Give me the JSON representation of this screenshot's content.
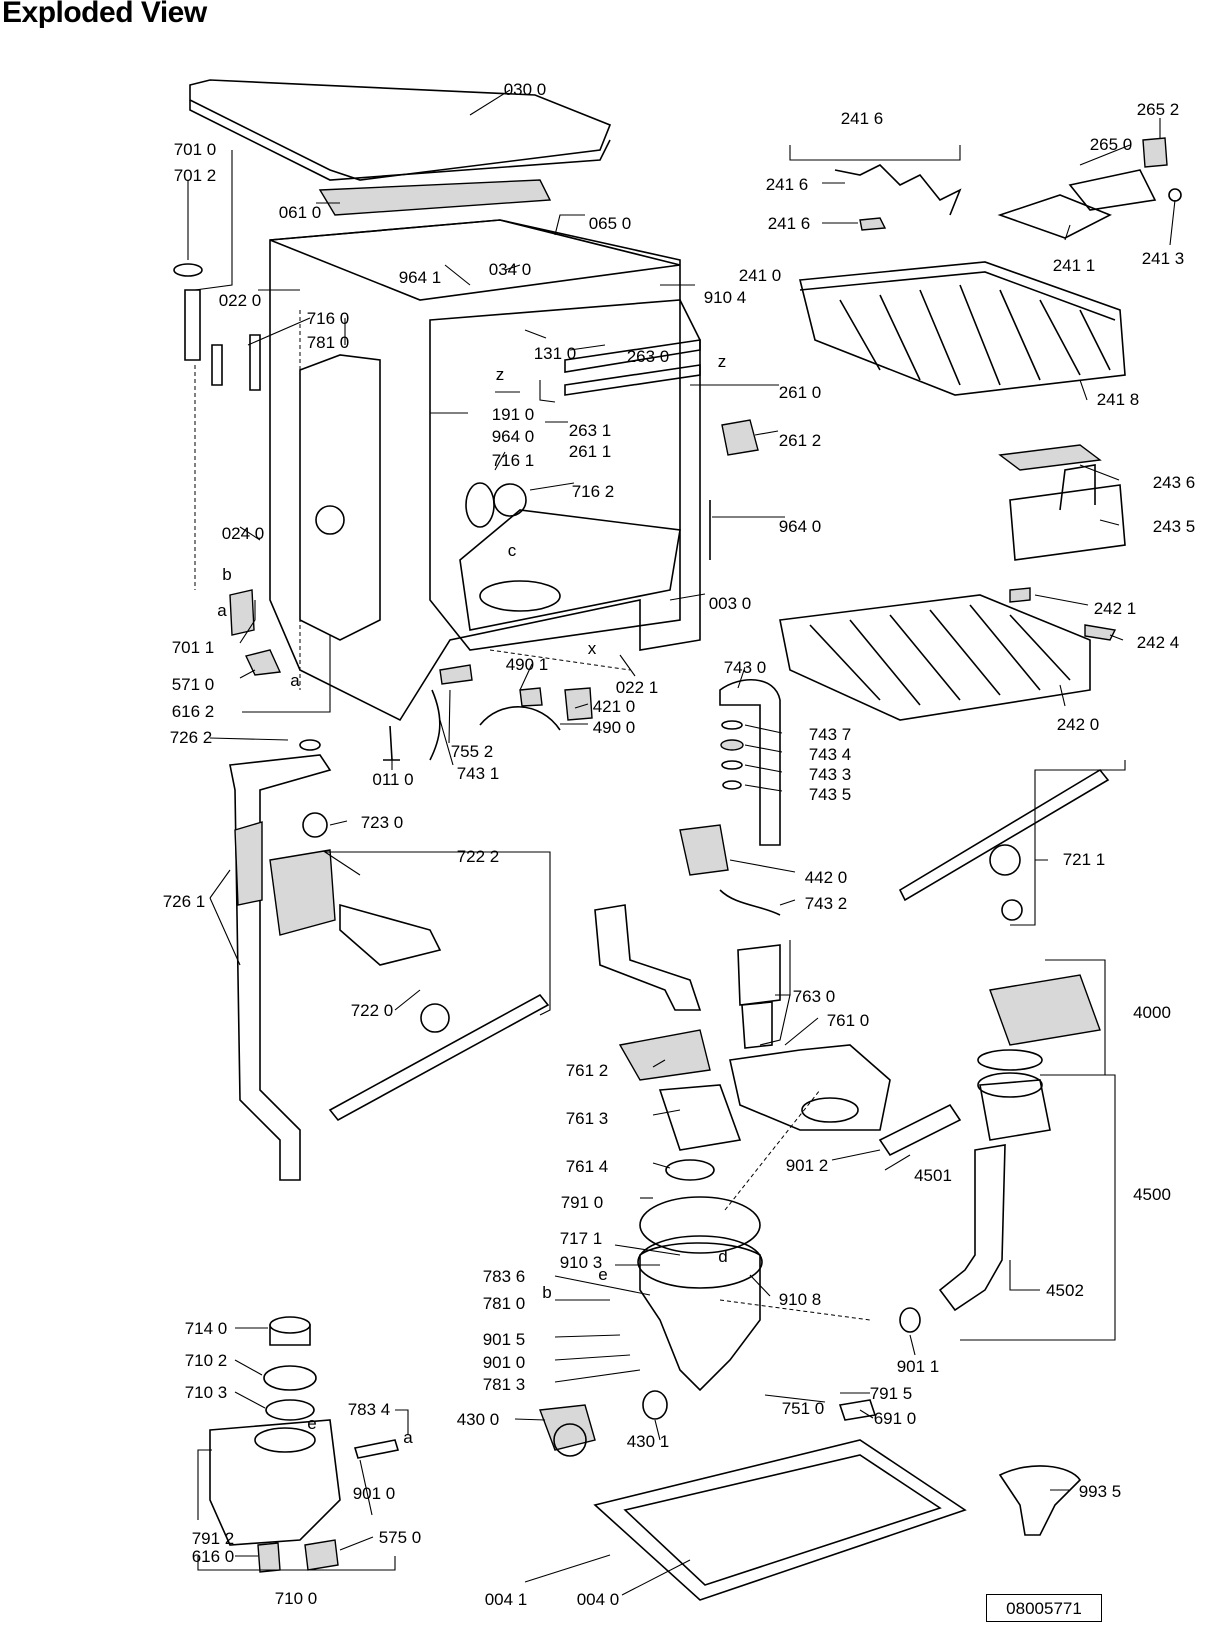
{
  "title": "Exploded View",
  "doc_id": "08005771",
  "labels": [
    "030 0",
    "701 0",
    "701 2",
    "061 0",
    "065 0",
    "022 0",
    "034 0",
    "964 1",
    "910 4",
    "241 0",
    "716 0",
    "781 0",
    "131 0",
    "263 0",
    "261 0",
    "191 0",
    "964 0",
    "263 1",
    "261 1",
    "261 2",
    "716 1",
    "716 2",
    "964 0",
    "024 0",
    "003 0",
    "701 1",
    "571 0",
    "616 2",
    "490 1",
    "022 1",
    "421 0",
    "490 0",
    "743 0",
    "726 2",
    "011 0",
    "755 2",
    "743 1",
    "743 7",
    "743 4",
    "743 3",
    "743 5",
    "723 0",
    "722 2",
    "726 1",
    "722 0",
    "442 0",
    "743 2",
    "721 1",
    "241 6",
    "241 6",
    "241 6",
    "265 2",
    "265 0",
    "241 1",
    "241 3",
    "241 8",
    "243 6",
    "243 5",
    "242 1",
    "242 4",
    "242 0",
    "763 0",
    "761 0",
    "4000",
    "761 2",
    "761 3",
    "761 4",
    "901 2",
    "4501",
    "4500",
    "791 0",
    "717 1",
    "910 3",
    "910 8",
    "783 6",
    "781 0",
    "4502",
    "714 0",
    "710 2",
    "901 5",
    "901 0",
    "781 3",
    "901 1",
    "710 3",
    "783 4",
    "751 0",
    "791 5",
    "430 0",
    "430 1",
    "691 0",
    "901 0",
    "791 2",
    "575 0",
    "993 5",
    "616 0",
    "710 0",
    "004 1",
    "004 0"
  ],
  "letters": [
    "z",
    "z",
    "c",
    "b",
    "a",
    "a",
    "x",
    "d",
    "e",
    "b",
    "e",
    "a"
  ]
}
